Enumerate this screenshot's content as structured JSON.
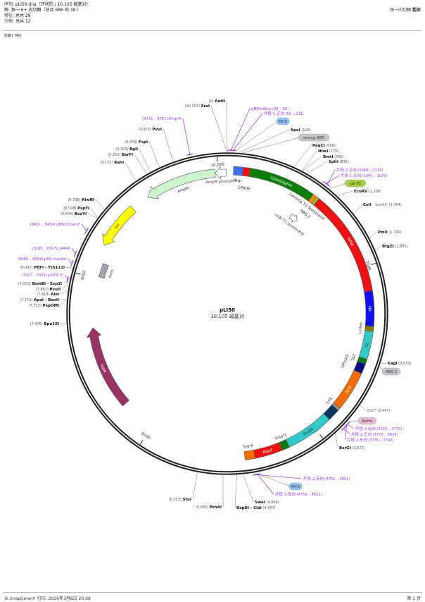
{
  "header": {
    "sequence_label": "序列:",
    "sequence_value": "pLI50.dna（环状的 / 10,105 碱基对）",
    "enzymes_label": "酶:",
    "enzymes_value": "独一 6+ 内切酶（总共 686 的 38 ）",
    "features_label": "特征:",
    "features_value": "总共 29",
    "primers_label": "引物:",
    "primers_value": "总共 12",
    "right_note": "独一内切酶",
    "right_note_bold": "粗体",
    "hidden_note": "隐藏1 特征"
  },
  "map": {
    "name": "pLI50",
    "length_label": "10,105 碱基对",
    "length_bp": 10105,
    "ticks": [
      {
        "bp": 10000,
        "label": "10,000"
      },
      {
        "bp": 2000,
        "label": "2000"
      },
      {
        "bp": 4000,
        "label": "4000"
      },
      {
        "bp": 6000,
        "label": "6000"
      },
      {
        "bp": 8000,
        "label": "8000"
      }
    ]
  },
  "features": [
    {
      "name": "Pagr",
      "start": 70,
      "end": 177,
      "color": "#3b6ee8",
      "dir": 0,
      "label_style": "inner"
    },
    {
      "name": "SPAtlE",
      "start": 177,
      "end": 253,
      "color": "#ee1111",
      "dir": 0,
      "label_style": "inner"
    },
    {
      "name": "Lysostaphin",
      "start": 253,
      "end": 1005,
      "color": "#0a7d0a",
      "dir": 0,
      "label_style": "in"
    },
    {
      "name": "Lambda T0 Terminator",
      "start": 1005,
      "end": 1055,
      "color": "#f28c00",
      "dir": 0,
      "label_style": "inner"
    },
    {
      "name": "RBS 2",
      "start": 1055,
      "end": 1083,
      "color": "#9acd32",
      "dir": 0,
      "label_style": "inner"
    },
    {
      "name": "SPlip",
      "start": 1083,
      "end": 2274,
      "color": "#ee1111",
      "dir": 0,
      "label_style": "in"
    },
    {
      "name": "HA",
      "start": 2274,
      "end": 2667,
      "color": "#1010ee",
      "dir": 0,
      "label_style": "in"
    },
    {
      "name": "Linker",
      "start": 2667,
      "end": 2723,
      "color": "#807a00",
      "dir": 0,
      "label_style": "inner"
    },
    {
      "name": "VL",
      "start": 2723,
      "end": 3032,
      "color": "#33c8c8",
      "dir": 0,
      "label_style": "in"
    },
    {
      "name": "TAT",
      "start": 3032,
      "end": 3088,
      "color": "#0a7d0a",
      "dir": 0,
      "label_style": "inner"
    },
    {
      "name": "SPhoA2",
      "start": 3088,
      "end": 3200,
      "color": "#0a0a80",
      "dir": 0,
      "label_style": "inner"
    },
    {
      "name": "ATIII",
      "start": 3200,
      "end": 3650,
      "color": "#f56d00",
      "dir": 0,
      "label_style": "in"
    },
    {
      "name": "tufA",
      "start": 3650,
      "end": 3677,
      "color": "#a090a0",
      "dir": 0,
      "label_style": "inner"
    },
    {
      "name": "",
      "start": 3677,
      "end": 3817,
      "color": "#0a3560",
      "dir": 0,
      "label_style": "none"
    },
    {
      "name": "PhoHI",
      "start": 3817,
      "end": 4351,
      "color": "#33c8c8",
      "dir": 0,
      "label_style": "in"
    },
    {
      "name": "FourU",
      "start": 4351,
      "end": 4435,
      "color": "#0a7d0a",
      "dir": 0,
      "label_style": "inner"
    },
    {
      "name": "MazF",
      "start": 4435,
      "end": 4744,
      "color": "#ee1111",
      "dir": 0,
      "label_style": "in"
    },
    {
      "name": "TygrA",
      "start": 4744,
      "end": 4856,
      "color": "#f56d00",
      "dir": 0,
      "label_style": "inner"
    },
    {
      "name": "repA",
      "start": 6417,
      "end": 7411,
      "color": "#993366",
      "dir": 1,
      "label_style": "in"
    },
    {
      "name": "bom",
      "start": 8028,
      "end": 8197,
      "color": "#a0a4ac",
      "dir": 0,
      "label_style": "inner"
    },
    {
      "name": "ori",
      "start": 8393,
      "end": 8926,
      "color": "#ffff00",
      "dir": -1,
      "label_style": "in"
    },
    {
      "name": "AmpR",
      "start": 9140,
      "end": 9965,
      "color": "#ccf5cc",
      "dir": -1,
      "label_style": "inner"
    },
    {
      "name": "AmpR promoter",
      "start": 9965,
      "end": 10091,
      "color": "#ffffff",
      "dir": -1,
      "label_style": "inner"
    },
    {
      "name": "rrnB T1 terminator",
      "start": 926,
      "end": 1040,
      "color": "#ffffff",
      "dir": 1,
      "label_style": "inner"
    }
  ],
  "sites": [
    {
      "name": "AatII",
      "pos": 0
    },
    {
      "name": "ZraI",
      "pos": 10103
    },
    {
      "name": "PvuI",
      "pos": 9553
    },
    {
      "name": "FspI",
      "pos": 9405
    },
    {
      "name": "BglI",
      "pos": 9303
    },
    {
      "name": "BsrFI",
      "pos": 9263
    },
    {
      "name": "BanI",
      "pos": 9131
    },
    {
      "name": "AlwNI",
      "pos": 8706
    },
    {
      "name": "PspFI",
      "pos": 8598
    },
    {
      "name": "BseYI",
      "pos": 8594
    },
    {
      "name": "PflFI - Tth111I",
      "pos": 8037
    },
    {
      "name": "BsmBI - Esp3I",
      "pos": 7933
    },
    {
      "name": "PvuII",
      "pos": 7883
    },
    {
      "name": "AleI",
      "pos": 7813
    },
    {
      "name": "ApaI - BanII",
      "pos": 7719
    },
    {
      "name": "PspOMI",
      "pos": 7715
    },
    {
      "name": "Bpu10I",
      "pos": 7478
    },
    {
      "name": "StuI",
      "pos": 5353
    },
    {
      "name": "PshAI",
      "pos": 5095
    },
    {
      "name": "BspDI - ClaI",
      "pos": 4957
    },
    {
      "name": "SwaI",
      "pos": 4896
    },
    {
      "name": "SpeI",
      "pos": 116
    },
    {
      "name": "PaqCI",
      "pos": 689
    },
    {
      "name": "NheI",
      "pos": 776
    },
    {
      "name": "BmtI",
      "pos": 780
    },
    {
      "name": "SphI",
      "pos": 835
    },
    {
      "name": "EcoRV",
      "pos": 1208
    },
    {
      "name": "CsiI",
      "extra": "SexAI*",
      "pos": 1454
    },
    {
      "name": "PmlI",
      "pos": 1740
    },
    {
      "name": "BtgZI",
      "pos": 1885
    },
    {
      "name": "EagI",
      "pos": 3035
    },
    {
      "name": "BclI*",
      "pos": 3497,
      "nonunique": true
    },
    {
      "name": "BsrGI",
      "pos": 3872
    }
  ],
  "primers": [
    {
      "name": "pBRforEco",
      "range": "38 .. 56",
      "start": 38
    },
    {
      "name": "片段 1.正向",
      "range": "56 .. 121",
      "start": 56
    },
    {
      "name": "Amp-R",
      "range": "9733 .. 9752",
      "start": 9733
    },
    {
      "name": "pBR322ori-F",
      "range": "8431 .. 8450",
      "start": 8431
    },
    {
      "name": "L4440",
      "range": "8180 .. 8197",
      "start": 8180
    },
    {
      "name": "pRS-marker",
      "range": "8080 .. 8099",
      "start": 8080
    },
    {
      "name": "pGEX 3'",
      "range": "7917 .. 7939",
      "start": 7917
    },
    {
      "name": "片段 2.正向",
      "range": "1060 .. 1119",
      "start": 1060
    },
    {
      "name": "片段 1.反向",
      "range": "1045 .. 1079",
      "start": 1045
    },
    {
      "name": "片段 3.反向",
      "range": "3723 .. 3770",
      "start": 3723
    },
    {
      "name": "片段 3.正向",
      "range": "3773 .. 3829",
      "start": 3773
    },
    {
      "name": "片段 2.反向",
      "range": "3735 .. 3792",
      "start": 3735
    },
    {
      "name": "片段 2.反向",
      "range": "4766 .. 4801",
      "start": 4766
    },
    {
      "name": "片段 3.反向",
      "range": "4754 .. 4821",
      "start": 4754
    }
  ],
  "pills": [
    {
      "name": "MCS",
      "color": "#8ec4f2"
    },
    {
      "name": "strong RBS",
      "color": "#c4c8cc"
    },
    {
      "name": "sar P1",
      "color": "#a8d040"
    },
    {
      "name": "RBS 3",
      "color": "#c4c8cc"
    },
    {
      "name": "6xHis",
      "color": "#e6bcd2"
    },
    {
      "name": "MCS",
      "color": "#8ec4f2"
    }
  ],
  "colors": {
    "primer": "#9933ff",
    "ring": "#222222",
    "site_line": "#777777"
  },
  "footer": {
    "printed": "从 SnapGene® 打印: 2026年3月8日 20:08",
    "page": "第 1 页"
  }
}
